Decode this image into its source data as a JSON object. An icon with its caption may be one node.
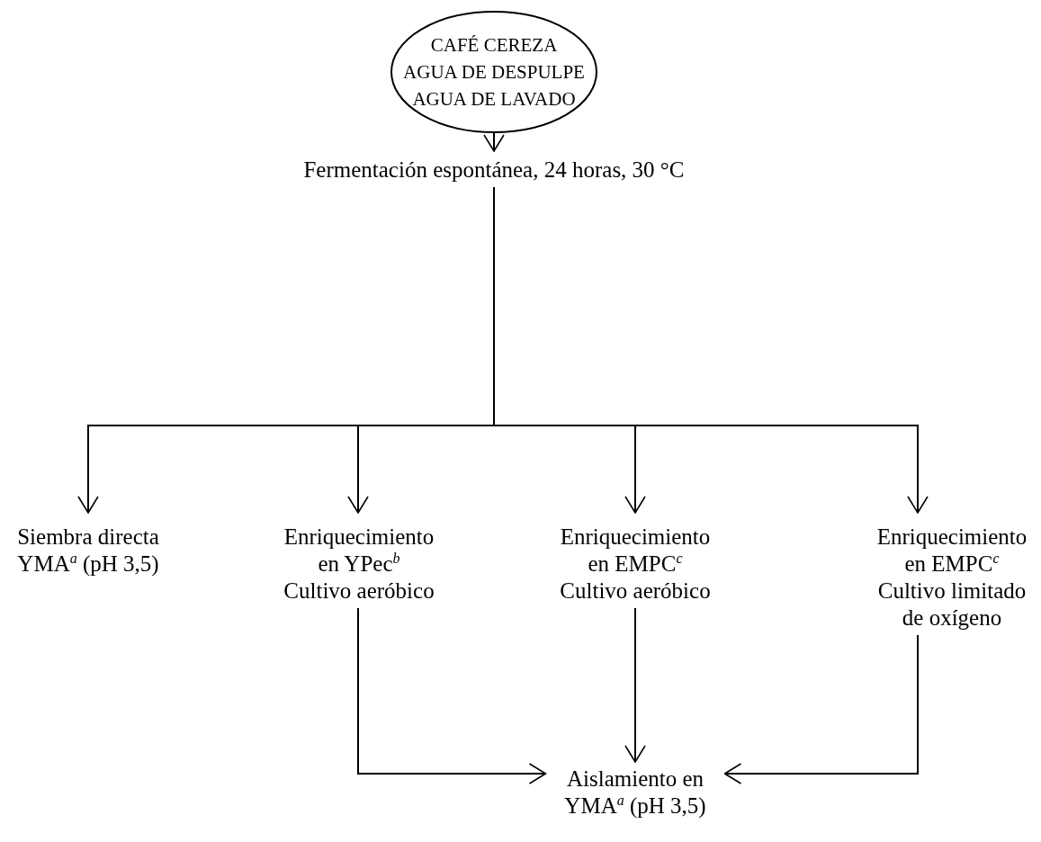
{
  "diagram": {
    "nodes": [
      {
        "text": [
          "CAFÉ CEREZA",
          "AGUA DE DESPULPE",
          "AGUA DE LAVADO"
        ]
      },
      {
        "text": [
          "Fermentación espontánea, 24 horas, 30 °C"
        ]
      },
      {
        "text": [
          "Siembra directa YMA$^{a}$ (pH 3,5)"
        ]
      },
      {
        "text": [
          "Enriquecimiento en YPec$^{b}$",
          "Cultivo aeróbico"
        ]
      },
      {
        "text": [
          "Enriquecimiento en EMPC$^{c}$",
          "Cultivo aeróbico"
        ]
      },
      {
        "text": [
          "Enriquecimiento en EMPC$^{c}$",
          "Cultivo limitado de oxígeno"
        ]
      },
      {
        "text": [
          "Aislamiento en YMA$^{a}$ (pH 3,5)"
        ]
      }
    ],
    "edges": [
      {
        "from": 0,
        "to": 1,
        "arrow": "to"
      },
      {
        "from": 1,
        "to": 2,
        "arrow": "to"
      },
      {
        "from": 1,
        "to": 3,
        "arrow": "to"
      },
      {
        "from": 1,
        "to": 4,
        "arrow": "to"
      },
      {
        "from": 1,
        "to": 5,
        "arrow": "to"
      },
      {
        "from": 3,
        "to": 6,
        "arrow": "to"
      },
      {
        "from": 4,
        "to": 6,
        "arrow": "to"
      },
      {
        "from": 5,
        "to": 6,
        "arrow": "to"
      }
    ]
  }
}
